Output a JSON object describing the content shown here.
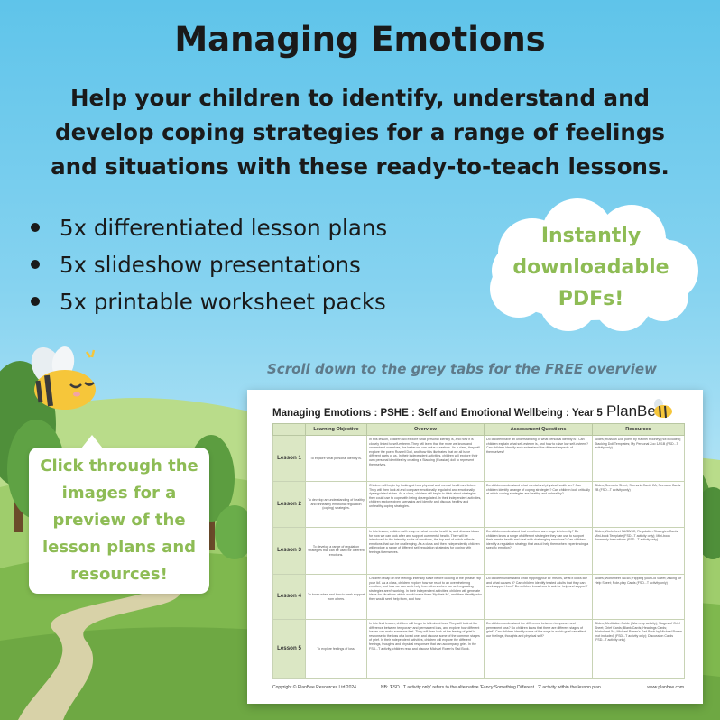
{
  "title": "Managing Emotions",
  "subtitle": "Help your children to identify, understand and develop coping strategies for a range of feelings and situations with these ready-to-teach lessons.",
  "bullets": [
    "5x differentiated lesson plans",
    "5x slideshow presentations",
    "5x printable worksheet packs"
  ],
  "cloud_text": "Instantly downloadable PDFs!",
  "scroll_note": "Scroll down to the grey tabs for the FREE overview",
  "callout_text": "Click through the images for a preview of the lesson plans and resources!",
  "colors": {
    "sky_top": "#5fc4ea",
    "accent_green": "#8ebc55",
    "table_header": "#dbe7c4",
    "text_dark": "#1a1a1a"
  },
  "icons": {
    "bee": "bee-mascot-icon",
    "cloud": "cloud-shape",
    "planbee_bee": "planbee-bee-icon"
  },
  "document": {
    "header": "Managing Emotions : PSHE : Self and Emotional Wellbeing : Year 5",
    "brand": "PlanBee",
    "columns": [
      "",
      "Learning Objective",
      "Overview",
      "Assessment Questions",
      "Resources"
    ],
    "rows": [
      {
        "lesson": "Lesson 1",
        "objective": "To explore what personal identity is.",
        "overview": "In this lesson, children will explore what personal identity is, and how it is closely linked to self-esteem. They will learn that the more we know and understand ourselves, the better we can value ourselves. As a class, they will explore the poem Russell Doll, and how this illustrates that we all have different parts of us. In their independent activities, children will explore their own personal identities by creating a Stacking (Russian) doll to represent themselves.",
        "assessment": "Do children have an understanding of what personal identity is? Can children explain what self-esteem is, and how to raise low self-esteem? Can children identify and understand the different aspects of themselves?",
        "resources": "Slides; Russian Doll poem by Rachel Rooney (not included); Stacking Doll Templates; My Personal Zoo 1A/1B (FSD...T activity only)"
      },
      {
        "lesson": "Lesson 2",
        "objective": "To develop an understanding of healthy and unhealthy emotional regulation (coping) strategies.",
        "overview": "Children will begin by looking at how physical and mental health are linked. They will then look at and compare emotionally regulated and emotionally dysregulated states. As a class, children will begin to think about strategies they could use to cope with being dysregulated. In their independent activities, children explore given scenarios and identify and discuss healthy and unhealthy coping strategies.",
        "assessment": "Do children understand what mental and physical health are? Can children identify a range of coping strategies? Can children look critically at which coping strategies are healthy and unhealthy?",
        "resources": "Slides; Scenario Sheet; Scenario Cards 2A; Scenario Cards 2B (FSD...T activity only)"
      },
      {
        "lesson": "Lesson 3",
        "objective": "To develop a range of regulation strategies that can be used for different emotions.",
        "overview": "In this lesson, children will recap on what mental health is, and discuss ideas for how we can look after and support our mental health. They will be introduced to the intensity scale of emotions, the top end of which reflects emotions that can be challenging. As a class and then independently children will explore a range of different self-regulation strategies for coping with feelings themselves.",
        "assessment": "Do children understand that emotions can range in intensity? Do children know a range of different strategies they can use to support their mental health and deal with challenging emotions? Can children identify a regulation strategy that would help them when experiencing a specific emotion?",
        "resources": "Slides; Worksheet 3A/3B/3C; Regulation Strategies Cards; Mini-book Template (FSD...T activity only); Mini-book Assembly Instructions (FSD...T activity only)"
      },
      {
        "lesson": "Lesson 4",
        "objective": "To know when and how to seek support from others.",
        "overview": "Children recap on the feelings intensity scale before looking at the phrase, 'flip your lid'. As a class, children explore how we react to an overwhelming emotion, and how we can seek help from others when our self-regulating strategies aren't working. In their independent activities, children will generate ideas for situations which would make them 'flip their lid', and then identify who they would seek help from, and how.",
        "assessment": "Do children understand what 'flipping your lid' means, what it looks like and what causes it? Can children identify trusted adults that they can seek support from? Do children know how to ask for help and support?",
        "resources": "Slides; Worksheet 4A/4B; Flipping your Lid Sheet; Asking for Help Sheet; Role-play Cards (FSD...T activity only)"
      },
      {
        "lesson": "Lesson 5",
        "objective": "To explore feelings of loss.",
        "overview": "In this final lesson, children will begin to talk about loss. They will look at the difference between temporary and permanent loss, and explore how different losses can make someone feel. They will then look at the feeling of grief in response to the loss of a loved one, and discuss some of the common stages of grief. In their independent activities, children will explore the different feelings, thoughts and physical responses that can accompany grief. In the FSD...T activity, children read and discuss Michael Rosen's Sad Book.",
        "assessment": "Do children understand the difference between temporary and permanent loss? Do children know that there are different stages of grief? Can children identify some of the ways in which grief can affect our feelings, thoughts and physical self?",
        "resources": "Slides; Meditation Guide (Warm-up activity); Stages of Grief Sheet; Grief Cards; Blank Cards; Headings Cards; Worksheet 5A; Michael Rosen's Sad Book by Michael Rosen (not included) (FSD...T activity only); Discussion Cards (FSD...T activity only)"
      }
    ],
    "footer_left": "Copyright © PlanBee Resources Ltd 2024",
    "footer_middle": "NB: 'FSD...T activity only' refers to the alternative 'Fancy Something Different...?' activity within the lesson plan",
    "footer_right": "www.planbee.com"
  }
}
